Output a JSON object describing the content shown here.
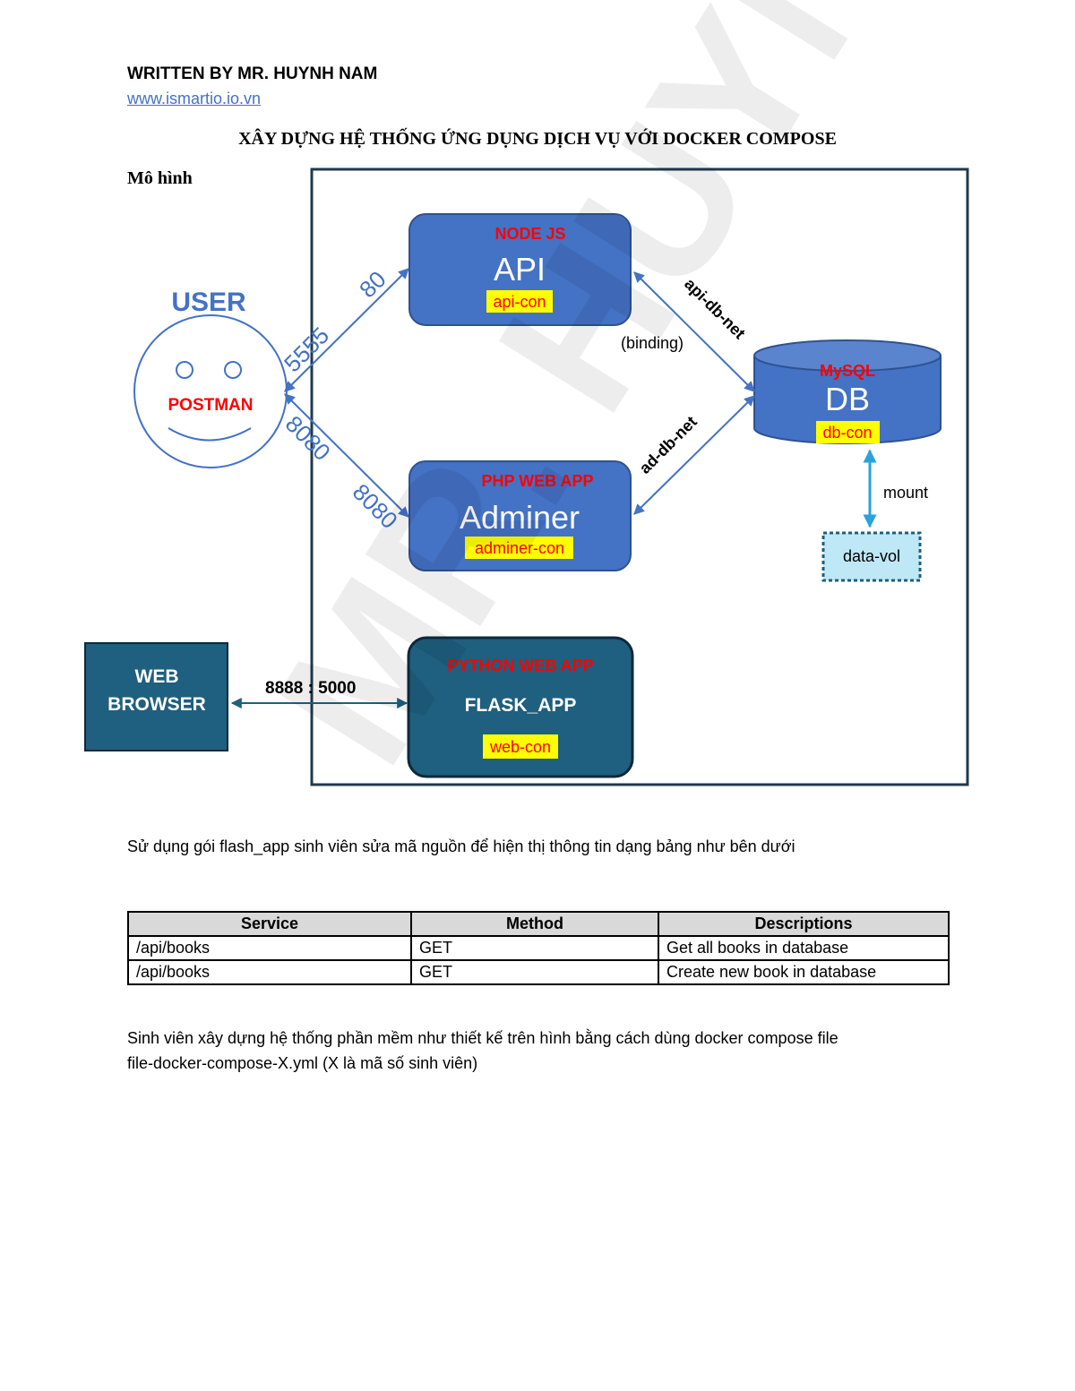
{
  "header": {
    "author": "WRITTEN BY MR. HUYNH NAM",
    "website": "www.ismartio.io.vn"
  },
  "document": {
    "title": "XÂY DỰNG HỆ THỐNG ỨNG DỤNG DỊCH VỤ VỚI DOCKER COMPOSE",
    "model_label": "Mô hình",
    "paragraph1": "Sử dụng gói flash_app sinh viên sửa mã nguồn để hiện thị thông tin dạng bảng như bên dưới",
    "paragraph2_line1": "Sinh viên xây dựng hệ thống phần mềm như thiết kế trên hình bằng cách dùng docker compose file",
    "paragraph2_line2": "file-docker-compose-X.yml (X là mã số sinh viên)"
  },
  "diagram": {
    "user_label": "USER",
    "postman_label": "POSTMAN",
    "api": {
      "tech": "NODE JS",
      "name": "API",
      "container": "api-con"
    },
    "adminer": {
      "tech": "PHP WEB APP",
      "name": "Adminer",
      "container": "adminer-con"
    },
    "flask": {
      "tech": "PYTHON WEB APP",
      "name": "FLASK_APP",
      "container": "web-con"
    },
    "db": {
      "tech": "MySQL",
      "name": "DB",
      "container": "db-con"
    },
    "volume": "data-vol",
    "mount_label": "mount",
    "binding_label": "(binding)",
    "net_api_db": "api-db-net",
    "net_ad_db": "ad-db-net",
    "port_80": "80",
    "port_5555": "5555",
    "port_8080_a": "8080",
    "port_8080_b": "8080",
    "web_browser_line1": "WEB",
    "web_browser_line2": "BROWSER",
    "port_flask": "8888 : 5000"
  },
  "table": {
    "headers": [
      "Service",
      "Method",
      "Descriptions"
    ],
    "rows": [
      [
        "/api/books",
        "GET",
        "Get all books in database"
      ],
      [
        "/api/books",
        "GET",
        "Create new book in database"
      ]
    ]
  },
  "watermark": "MR. HUYNH"
}
